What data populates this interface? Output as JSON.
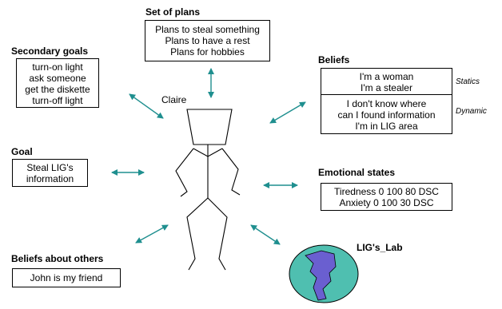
{
  "plans": {
    "heading": "Set of plans",
    "items": [
      "Plans to steal something",
      "Plans to have a rest",
      "Plans for hobbies"
    ]
  },
  "secondary_goals": {
    "heading": "Secondary goals",
    "items": [
      "turn-on light",
      "ask someone",
      "get the diskette",
      "turn-off light"
    ]
  },
  "beliefs": {
    "heading": "Beliefs",
    "statics_label": "Statics",
    "dynamic_label": "Dynamic",
    "statics_items": [
      "I'm a woman",
      "I'm a stealer"
    ],
    "dynamic_items": [
      "I don't know where",
      "can I found information",
      "I'm in LIG area"
    ]
  },
  "character": {
    "name": "Claire"
  },
  "goal": {
    "heading": "Goal",
    "items": [
      "Steal LIG's",
      "information"
    ]
  },
  "emotional_states": {
    "heading": "Emotional states",
    "items": [
      "Tiredness 0 100 80 DSC",
      "Anxiety 0 100 30 DSC"
    ]
  },
  "beliefs_about_others": {
    "heading": "Beliefs about others",
    "items": [
      "John is my friend"
    ]
  },
  "lab": {
    "label": "LIG's_Lab"
  },
  "colors": {
    "arrow": "#1f8f8f",
    "globe_fill": "#4fbfb0",
    "land_fill": "#6a5fd0",
    "outline": "#000000"
  }
}
